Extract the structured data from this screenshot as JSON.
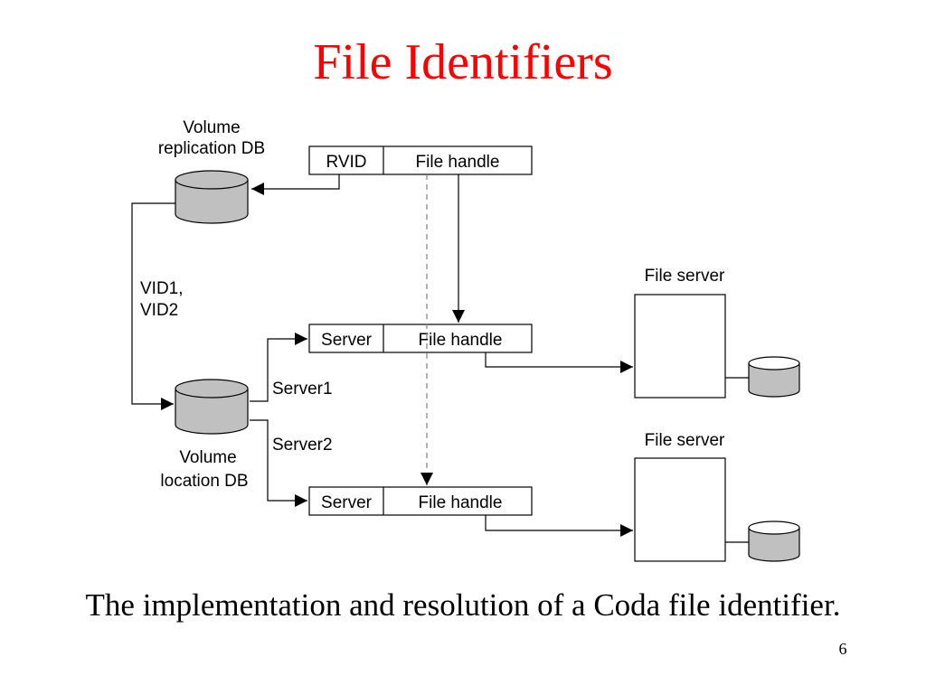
{
  "slide": {
    "title": "File Identifiers",
    "caption": "The implementation and resolution of a Coda file identifier.",
    "page_number": "6"
  },
  "diagram": {
    "replication_db": {
      "label_line1": "Volume",
      "label_line2": "replication DB"
    },
    "location_db": {
      "label_line1": "Volume",
      "label_line2": "location DB"
    },
    "vid_label": {
      "line1": "VID1,",
      "line2": "VID2"
    },
    "server_labels": {
      "server1": "Server1",
      "server2": "Server2"
    },
    "fid_record": {
      "field1": "RVID",
      "field2": "File handle"
    },
    "resolved_record_1": {
      "field1": "Server",
      "field2": "File handle"
    },
    "resolved_record_2": {
      "field1": "Server",
      "field2": "File handle"
    },
    "file_server_1": {
      "label": "File server"
    },
    "file_server_2": {
      "label": "File server"
    }
  },
  "colors": {
    "title": "#ff0000",
    "db_fill": "#c0c0c0",
    "db_top_fill": "#ffffff",
    "line": "#000000",
    "dashed_line": "#808080"
  }
}
